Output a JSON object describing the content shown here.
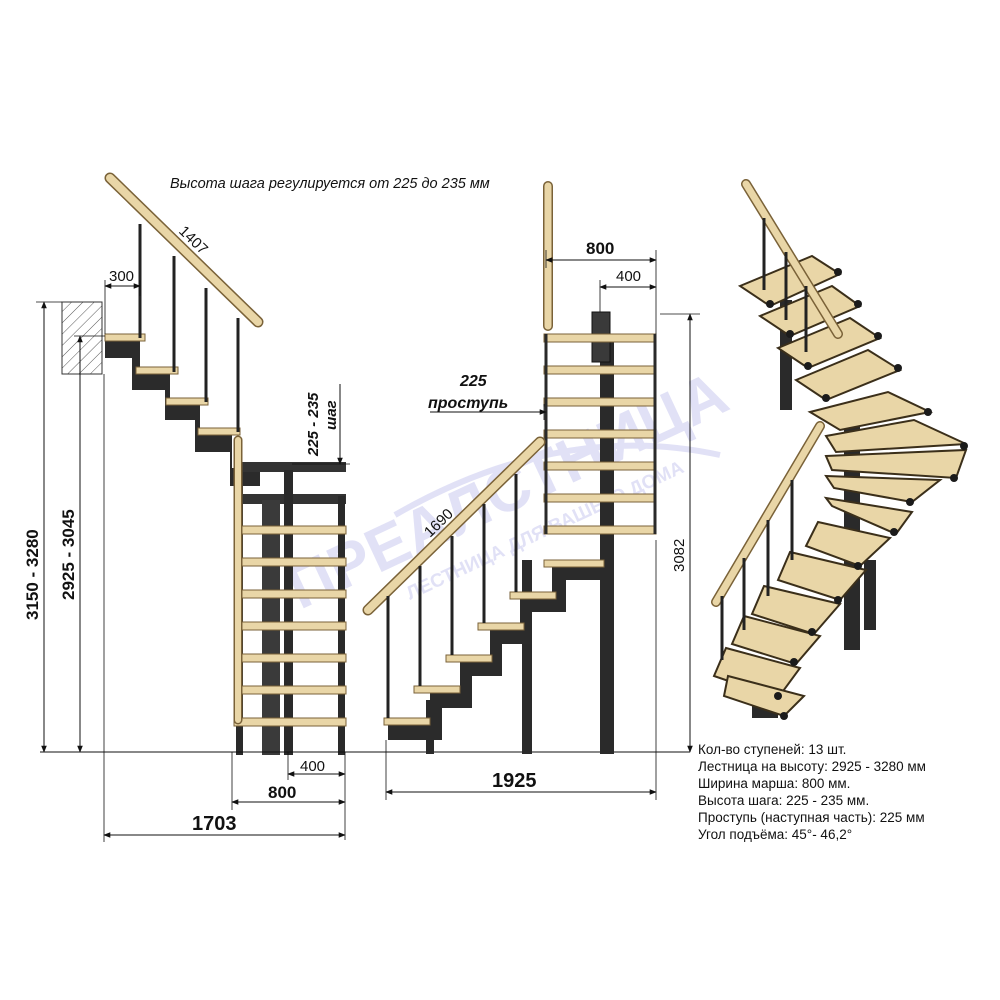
{
  "note": "Высота шага регулируется от 225 до 235 мм",
  "side_view": {
    "rail_length": "1407",
    "top_tread": "300",
    "step_height": "225 - 235",
    "step_word": "шаг",
    "total_height": "3150 - 3280",
    "stair_height": "2925 - 3045",
    "bottom_half": "400",
    "march_width": "800",
    "total_length": "1703"
  },
  "front_view": {
    "width": "800",
    "half_width": "400",
    "tread": "225",
    "tread_word": "проступь",
    "rail_length": "1690",
    "height": "3082",
    "total_length": "1925"
  },
  "watermark": {
    "brand": "ПРЕАЛСТНИЦА",
    "tagline": "ЛЕСТНИЦА ДЛЯ ВАШЕГО ДОМА"
  },
  "specs": [
    "Кол-во ступеней: 13 шт.",
    "Лестница на высоту: 2925 - 3280 мм",
    "Ширина марша: 800 мм.",
    "Высота шага: 225 - 235 мм.",
    "Проступь (наступная часть): 225 мм",
    "Угол подъёма: 45°- 46,2°"
  ],
  "colors": {
    "wood": "#e9d6a7",
    "wood_edge": "#7a6238",
    "metal": "#2a2a2a",
    "dark_tread": "#3a3a3a"
  }
}
